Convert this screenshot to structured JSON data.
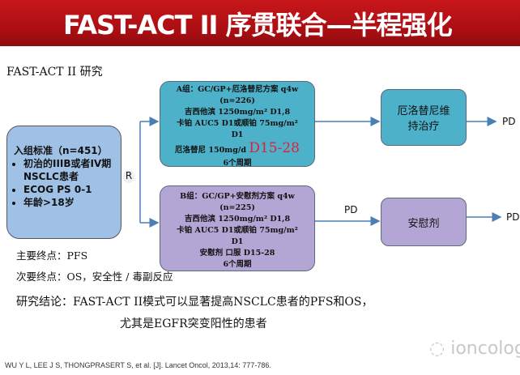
{
  "header": {
    "title": "FAST-ACT II 序贯联合—半程强化"
  },
  "section_title": "FAST-ACT II 研究",
  "enrollment": {
    "title": "入组标准（n=451）",
    "criteria": [
      "初治的IIIB或者IV期NSCLC患者",
      "ECOG PS 0-1",
      "年龄>18岁"
    ]
  },
  "randomization": "R",
  "arm_a": {
    "title": "A组：GC/GP+厄洛替尼方案 q4w",
    "n": "(n=226)",
    "line1": "吉西他滨 1250mg/m² D1,8",
    "line2": "卡铂 AUC5 D1或顺铂 75mg/m²",
    "line3": "D1",
    "line4": "厄洛替尼 150mg/d",
    "highlight": "D15-28",
    "cycles": "6个周期"
  },
  "arm_b": {
    "title": "B组：GC/GP+安慰剂方案 q4w",
    "n": "(n=225)",
    "line1": "吉西他滨 1250mg/m² D1,8",
    "line2": "卡铂 AUC5 D1或顺铂 75mg/m²",
    "line3": "D1",
    "line4": "安慰剂 口服 D15-28",
    "cycles": "6个周期"
  },
  "maintenance_a": "厄洛替尼维持治疗",
  "maintenance_b": "安慰剂",
  "pd_labels": [
    "PD",
    "PD",
    "PD"
  ],
  "primary_endpoint": "主要终点：PFS",
  "secondary_endpoint": "次要终点：OS，安全性 / 毒副反应",
  "conclusion": {
    "line1": "研究结论：FAST-ACT II模式可以显著提高NSCLC患者的PFS和OS，",
    "line2": "尤其是EGFR突变阳性的患者"
  },
  "reference": "WU Y L, LEE J S, THONGPRASERT S, et al. [J]. Lancet Oncol, 2013,14: 777-786.",
  "watermark": "ioncology"
}
